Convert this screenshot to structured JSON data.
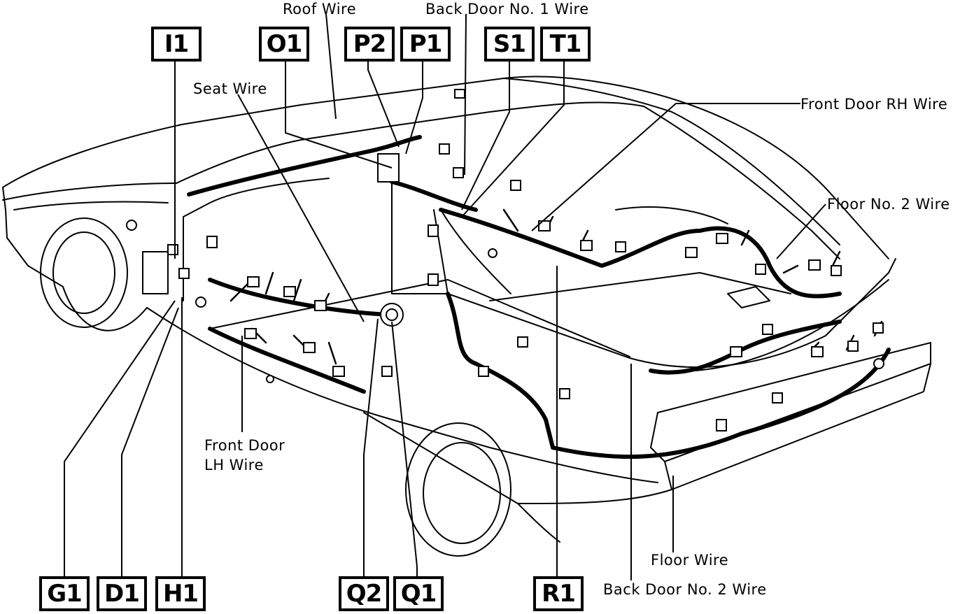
{
  "connector_codes": {
    "i1": "I1",
    "o1": "O1",
    "p2": "P2",
    "p1": "P1",
    "s1": "S1",
    "t1": "T1",
    "g1": "G1",
    "d1": "D1",
    "h1": "H1",
    "q2": "Q2",
    "q1": "Q1",
    "r1": "R1"
  },
  "wire_labels": {
    "roof": "Roof Wire",
    "back_door_1": "Back Door No. 1 Wire",
    "seat": "Seat Wire",
    "front_door_rh": "Front Door RH Wire",
    "floor_2": "Floor No. 2 Wire",
    "front_door_lh_line1": "Front Door",
    "front_door_lh_line2": "LH Wire",
    "floor": "Floor Wire",
    "back_door_2": "Back Door No. 2 Wire"
  }
}
